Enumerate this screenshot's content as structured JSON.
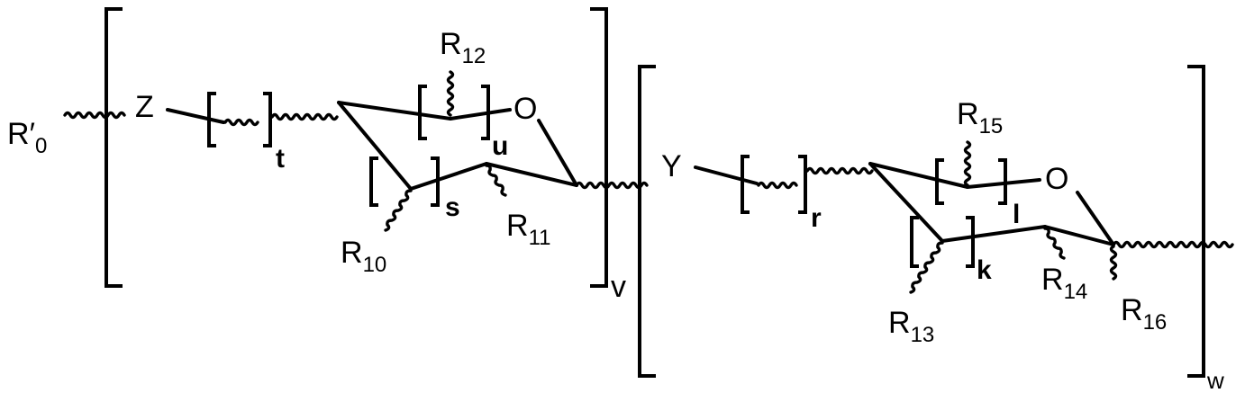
{
  "structure": {
    "left_end": {
      "main": "R",
      "prime": "′",
      "sub": "0"
    },
    "unit_v": {
      "atom_z": "Z",
      "index_t": "t",
      "index_u": "u",
      "index_s": "s",
      "ring_o": "O",
      "r10": {
        "main": "R",
        "sub": "10"
      },
      "r11": {
        "main": "R",
        "sub": "11"
      },
      "r12": {
        "main": "R",
        "sub": "12"
      },
      "repeat": "v"
    },
    "unit_w": {
      "atom_y": "Y",
      "index_r": "r",
      "index_l": "l",
      "index_k": "k",
      "ring_o": "O",
      "r13": {
        "main": "R",
        "sub": "13"
      },
      "r14": {
        "main": "R",
        "sub": "14"
      },
      "r15": {
        "main": "R",
        "sub": "15"
      },
      "r16": {
        "main": "R",
        "sub": "16"
      },
      "repeat": "w"
    }
  }
}
